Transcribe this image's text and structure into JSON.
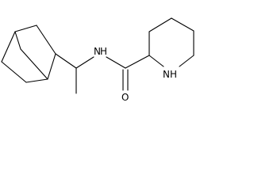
{
  "structure": {
    "atom_labels": {
      "amide_n": "N",
      "amide_h": "H",
      "carbonyl_o": "O",
      "ring_n": "N",
      "ring_h": "H"
    }
  }
}
